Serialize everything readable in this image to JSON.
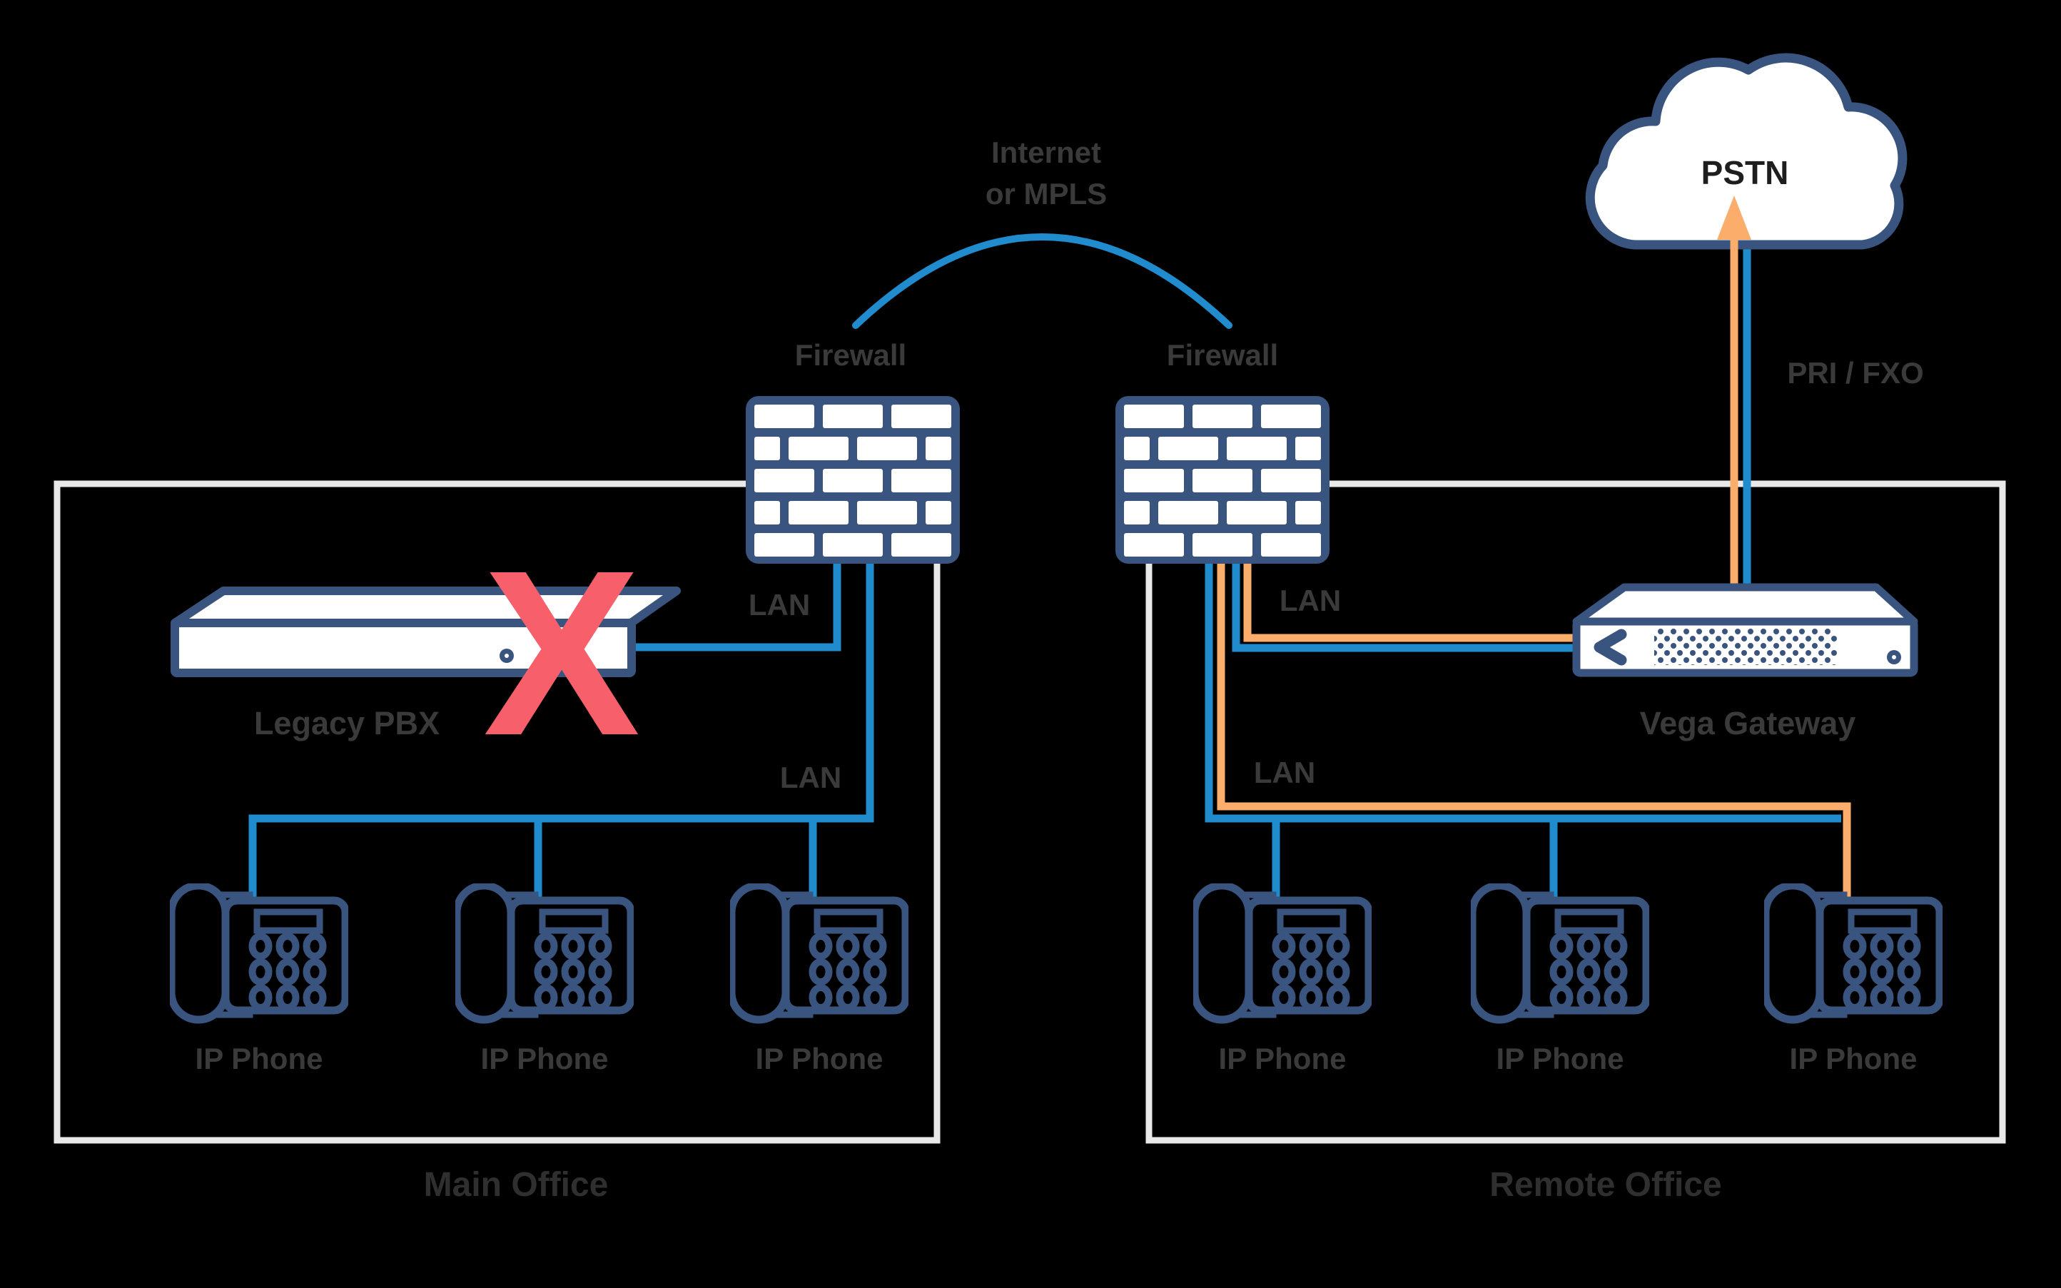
{
  "colors": {
    "background": "#000000",
    "device_outline_navy": "#3a5480",
    "lan_line_blue": "#208bcd",
    "trunk_line_orange": "#fbae6c",
    "disconnect_x_red": "#f75f6b",
    "office_border": "#e9e9e9",
    "label_gray": "#3a3a3a"
  },
  "wan": {
    "label_line1": "Internet",
    "label_line2": "or MPLS"
  },
  "firewalls": {
    "main_label": "Firewall",
    "remote_label": "Firewall"
  },
  "pstn_cloud": {
    "label": "PSTN"
  },
  "trunk": {
    "label": "PRI / FXO"
  },
  "gateway": {
    "label": "Vega Gateway"
  },
  "legacy_pbx": {
    "label": "Legacy PBX",
    "status_mark": "X"
  },
  "main_office": {
    "title": "Main Office",
    "lan_top": "LAN",
    "lan_bottom": "LAN",
    "phones": [
      {
        "label": "IP Phone"
      },
      {
        "label": "IP Phone"
      },
      {
        "label": "IP Phone"
      }
    ]
  },
  "remote_office": {
    "title": "Remote Office",
    "lan_top": "LAN",
    "lan_bottom": "LAN",
    "phones": [
      {
        "label": "IP Phone"
      },
      {
        "label": "IP Phone"
      },
      {
        "label": "IP Phone"
      }
    ]
  }
}
